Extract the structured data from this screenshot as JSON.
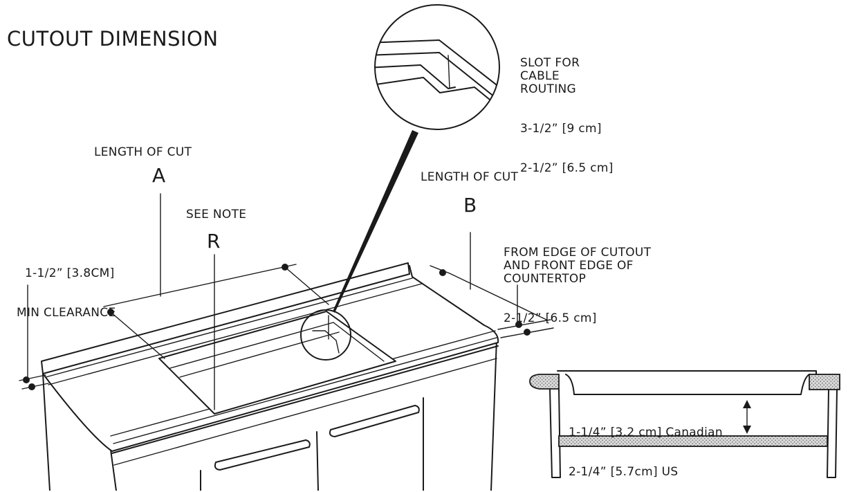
{
  "title": "CUTOUT DIMENSION",
  "slot": {
    "heading": "SLOT FOR\nCABLE\nROUTING",
    "dim1": "3-1/2” [9 cm]",
    "dim2": "2-1/2” [6.5 cm]"
  },
  "length_a": {
    "label": "LENGTH OF CUT",
    "letter": "A"
  },
  "length_b": {
    "label": "LENGTH OF CUT",
    "letter": "B"
  },
  "radius": {
    "label": "SEE NOTE",
    "letter": "R"
  },
  "clearance": {
    "dim": "1-1/2” [3.8CM]",
    "label": "MIN CLEARANCE"
  },
  "front_edge": {
    "label": "FROM EDGE OF CUTOUT\nAND FRONT EDGE OF\nCOUNTERTOP",
    "dim": "2-1/2” [6.5 cm]"
  },
  "section": {
    "canadian": "1-1/4” [3.2 cm] Canadian",
    "us": "2-1/4” [5.7cm] US"
  }
}
